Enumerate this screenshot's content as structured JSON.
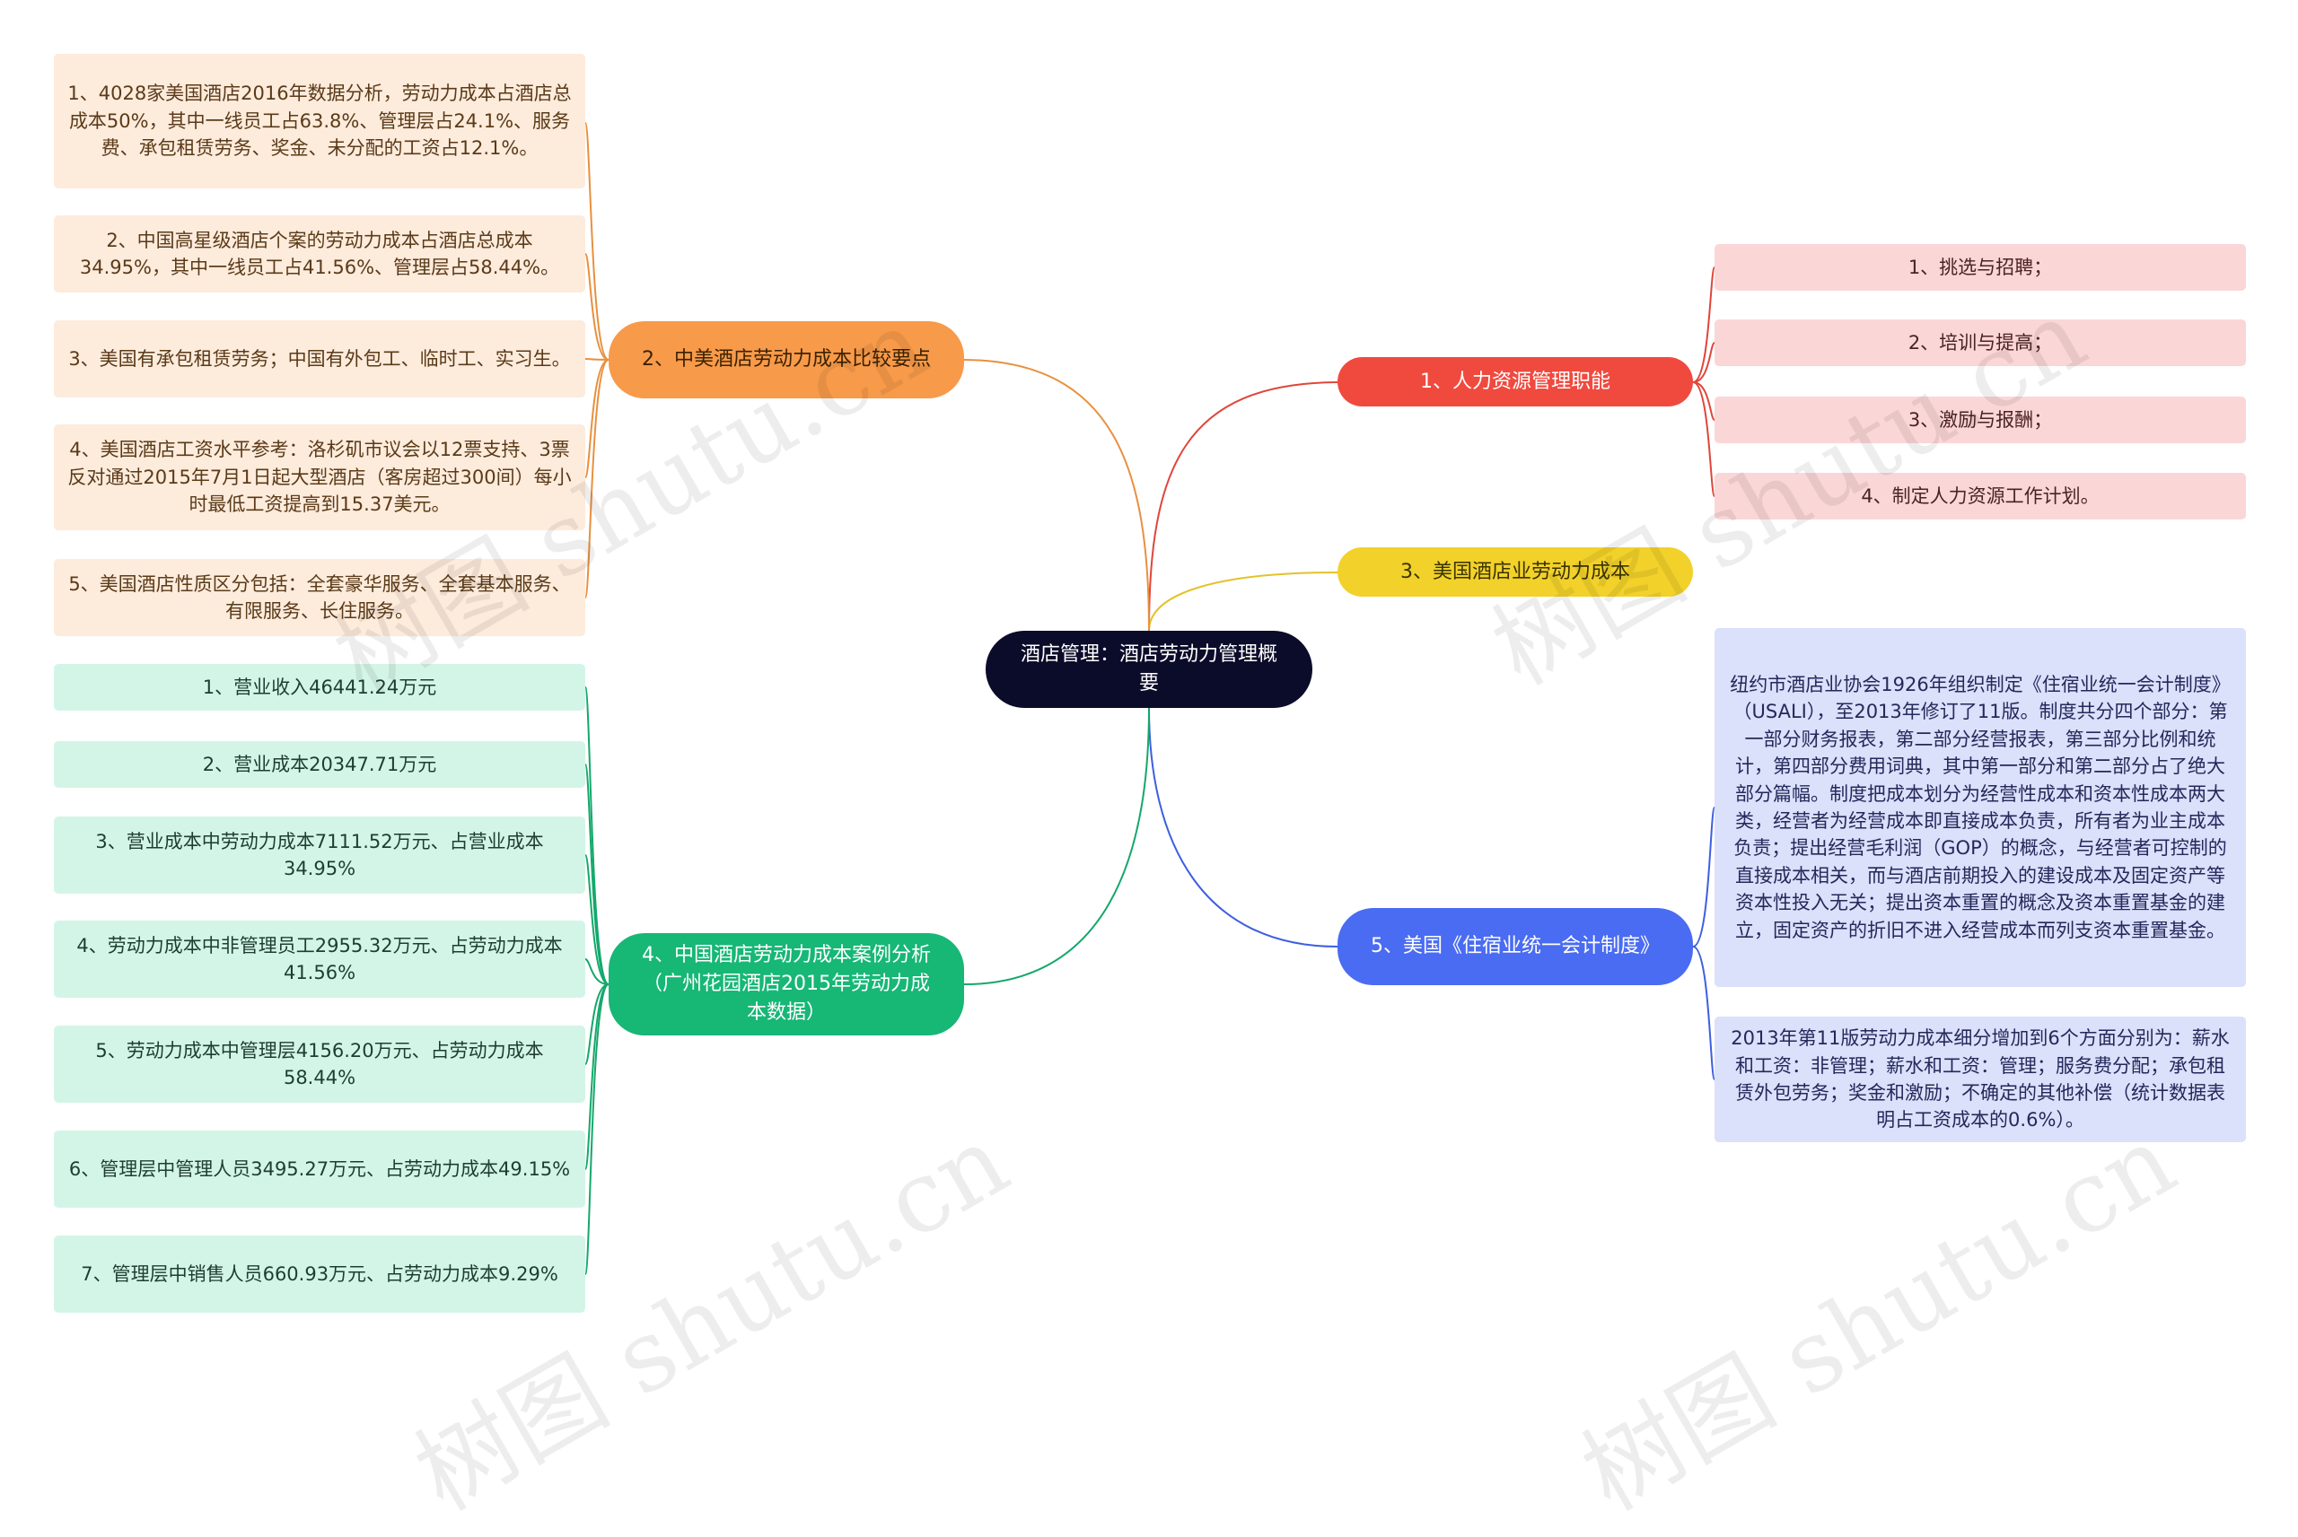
{
  "root": {
    "label": "酒店管理：酒店劳动力管理概要"
  },
  "branches": {
    "hr": {
      "label": "1、人力资源管理职能",
      "color": "#f04a3f",
      "items": [
        "1、挑选与招聘；",
        "2、培训与提高；",
        "3、激励与报酬；",
        "4、制定人力资源工作计划。"
      ]
    },
    "compare": {
      "label": "2、中美酒店劳动力成本比较要点",
      "color": "#f79a4a",
      "items": [
        "1、4028家美国酒店2016年数据分析，劳动力成本占酒店总成本50%，其中一线员工占63.8%、管理层占24.1%、服务费、承包租赁劳务、奖金、未分配的工资占12.1%。",
        "2、中国高星级酒店个案的劳动力成本占酒店总成本34.95%，其中一线员工占41.56%、管理层占58.44%。",
        "3、美国有承包租赁劳务；中国有外包工、临时工、实习生。",
        "4、美国酒店工资水平参考：洛杉矶市议会以12票支持、3票反对通过2015年7月1日起大型酒店（客房超过300间）每小时最低工资提高到15.37美元。",
        "5、美国酒店性质区分包括：全套豪华服务、全套基本服务、有限服务、长住服务。"
      ]
    },
    "us_labor": {
      "label": "3、美国酒店业劳动力成本",
      "color": "#f2d12a"
    },
    "china_case": {
      "label": "4、中国酒店劳动力成本案例分析（广州花园酒店2015年劳动力成本数据）",
      "color": "#17b776",
      "items": [
        "1、营业收入46441.24万元",
        "2、营业成本20347.71万元",
        "3、营业成本中劳动力成本7111.52万元、占营业成本34.95%",
        "4、劳动力成本中非管理员工2955.32万元、占劳动力成本41.56%",
        "5、劳动力成本中管理层4156.20万元、占劳动力成本58.44%",
        "6、管理层中管理人员3495.27万元、占劳动力成本49.15%",
        "7、管理层中销售人员660.93万元、占劳动力成本9.29%"
      ]
    },
    "usali": {
      "label": "5、美国《住宿业统一会计制度》",
      "color": "#4a6cf2",
      "items": [
        "纽约市酒店业协会1926年组织制定《住宿业统一会计制度》（USALI），至2013年修订了11版。制度共分四个部分：第一部分财务报表，第二部分经营报表，第三部分比例和统计，第四部分费用词典，其中第一部分和第二部分占了绝大部分篇幅。制度把成本划分为经营性成本和资本性成本两大类，经营者为经营成本即直接成本负责，所有者为业主成本负责；提出经营毛利润（GOP）的概念，与经营者可控制的直接成本相关，而与酒店前期投入的建设成本及固定资产等资本性投入无关；提出资本重置的概念及资本重置基金的建立，固定资产的折旧不进入经营成本而列支资本重置基金。",
        "2013年第11版劳动力成本细分增加到6个方面分别为：薪水和工资：非管理；薪水和工资：管理；服务费分配；承包租赁外包劳务；奖金和激励；不确定的其他补偿（统计数据表明占工资成本的0.6%）。"
      ]
    }
  },
  "watermark": "树图 shutu.cn"
}
